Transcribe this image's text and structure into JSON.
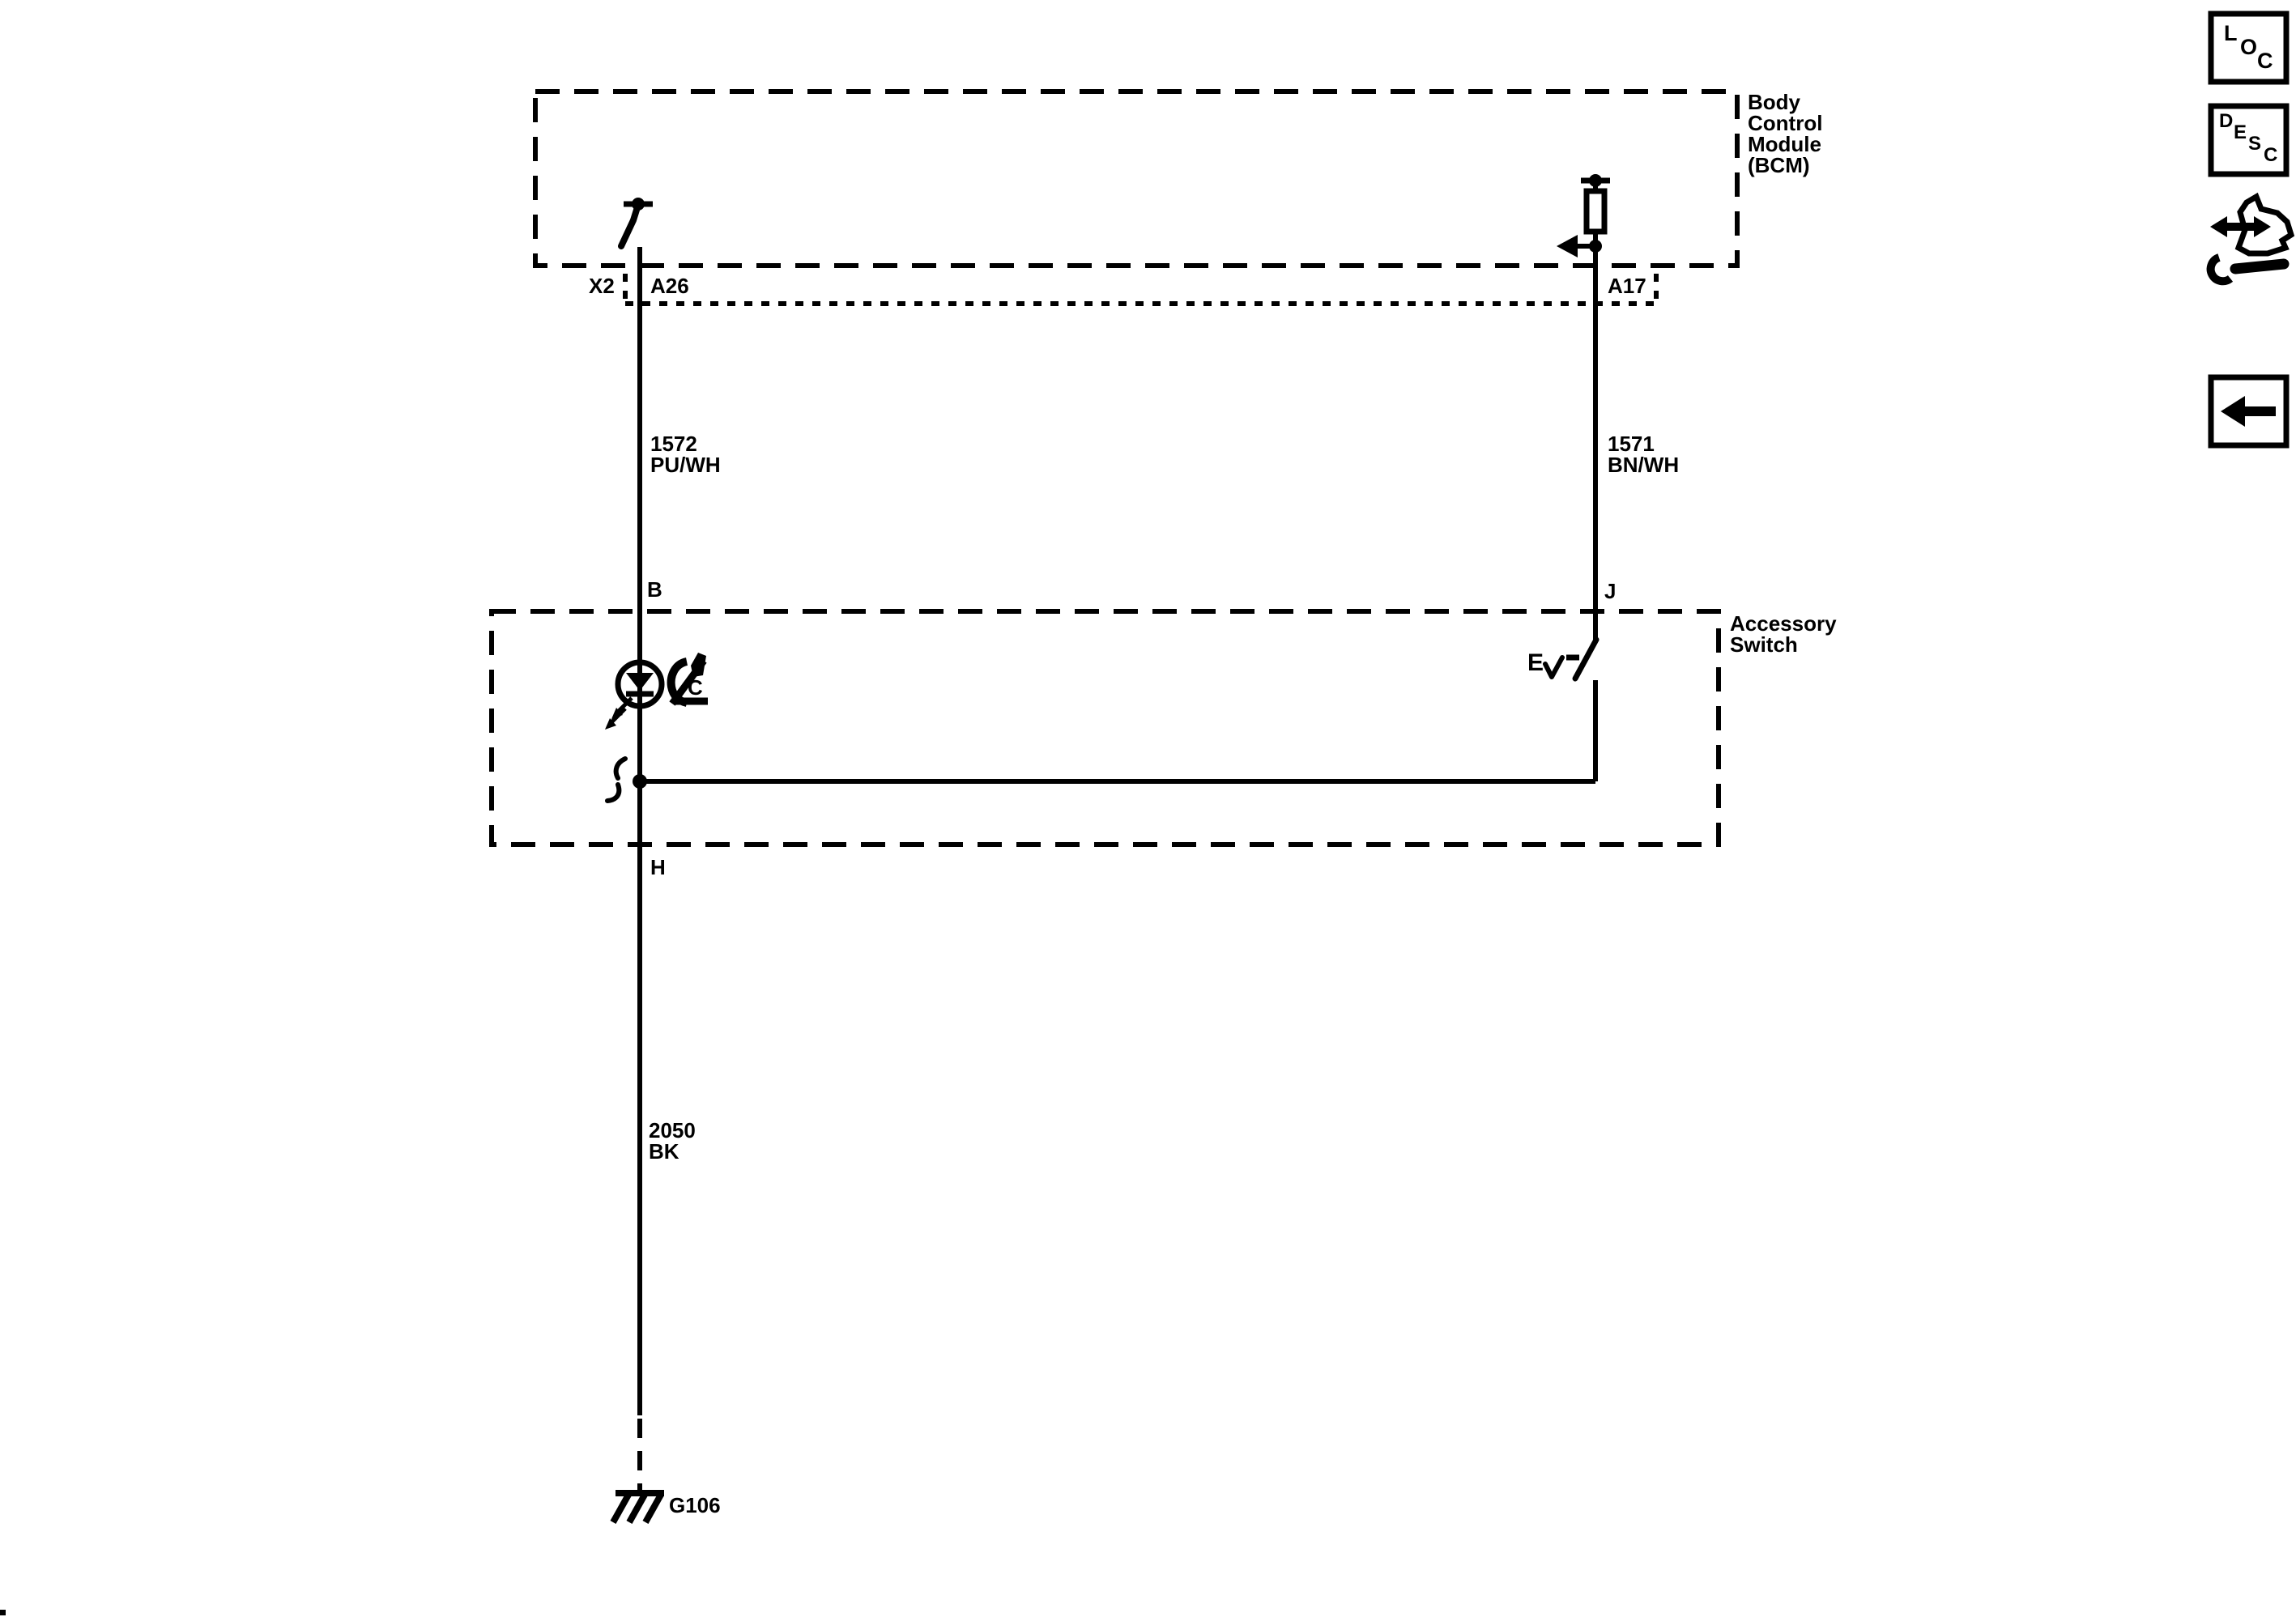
{
  "colors": {
    "ink": "#000000",
    "background": "#ffffff"
  },
  "bcm": {
    "name_lines": [
      "Body",
      "Control",
      "Module",
      "(BCM)"
    ],
    "connector_label": "X2",
    "pin_left": "A26",
    "pin_right": "A17"
  },
  "accessory_switch": {
    "name_lines": [
      "Accessory",
      "Switch"
    ],
    "pin_b": "B",
    "pin_j": "J",
    "pin_h": "H",
    "switch_position_label": "E",
    "indicator_letter": "C"
  },
  "wires": {
    "left": {
      "circuit": "1572",
      "color": "PU/WH"
    },
    "right": {
      "circuit": "1571",
      "color": "BN/WH"
    },
    "ground": {
      "circuit": "2050",
      "color": "BK"
    }
  },
  "ground": {
    "id": "G106"
  },
  "toolbar": {
    "loc_letters": [
      "L",
      "O",
      "C"
    ],
    "desc_letters": [
      "D",
      "E",
      "S",
      "C"
    ]
  }
}
